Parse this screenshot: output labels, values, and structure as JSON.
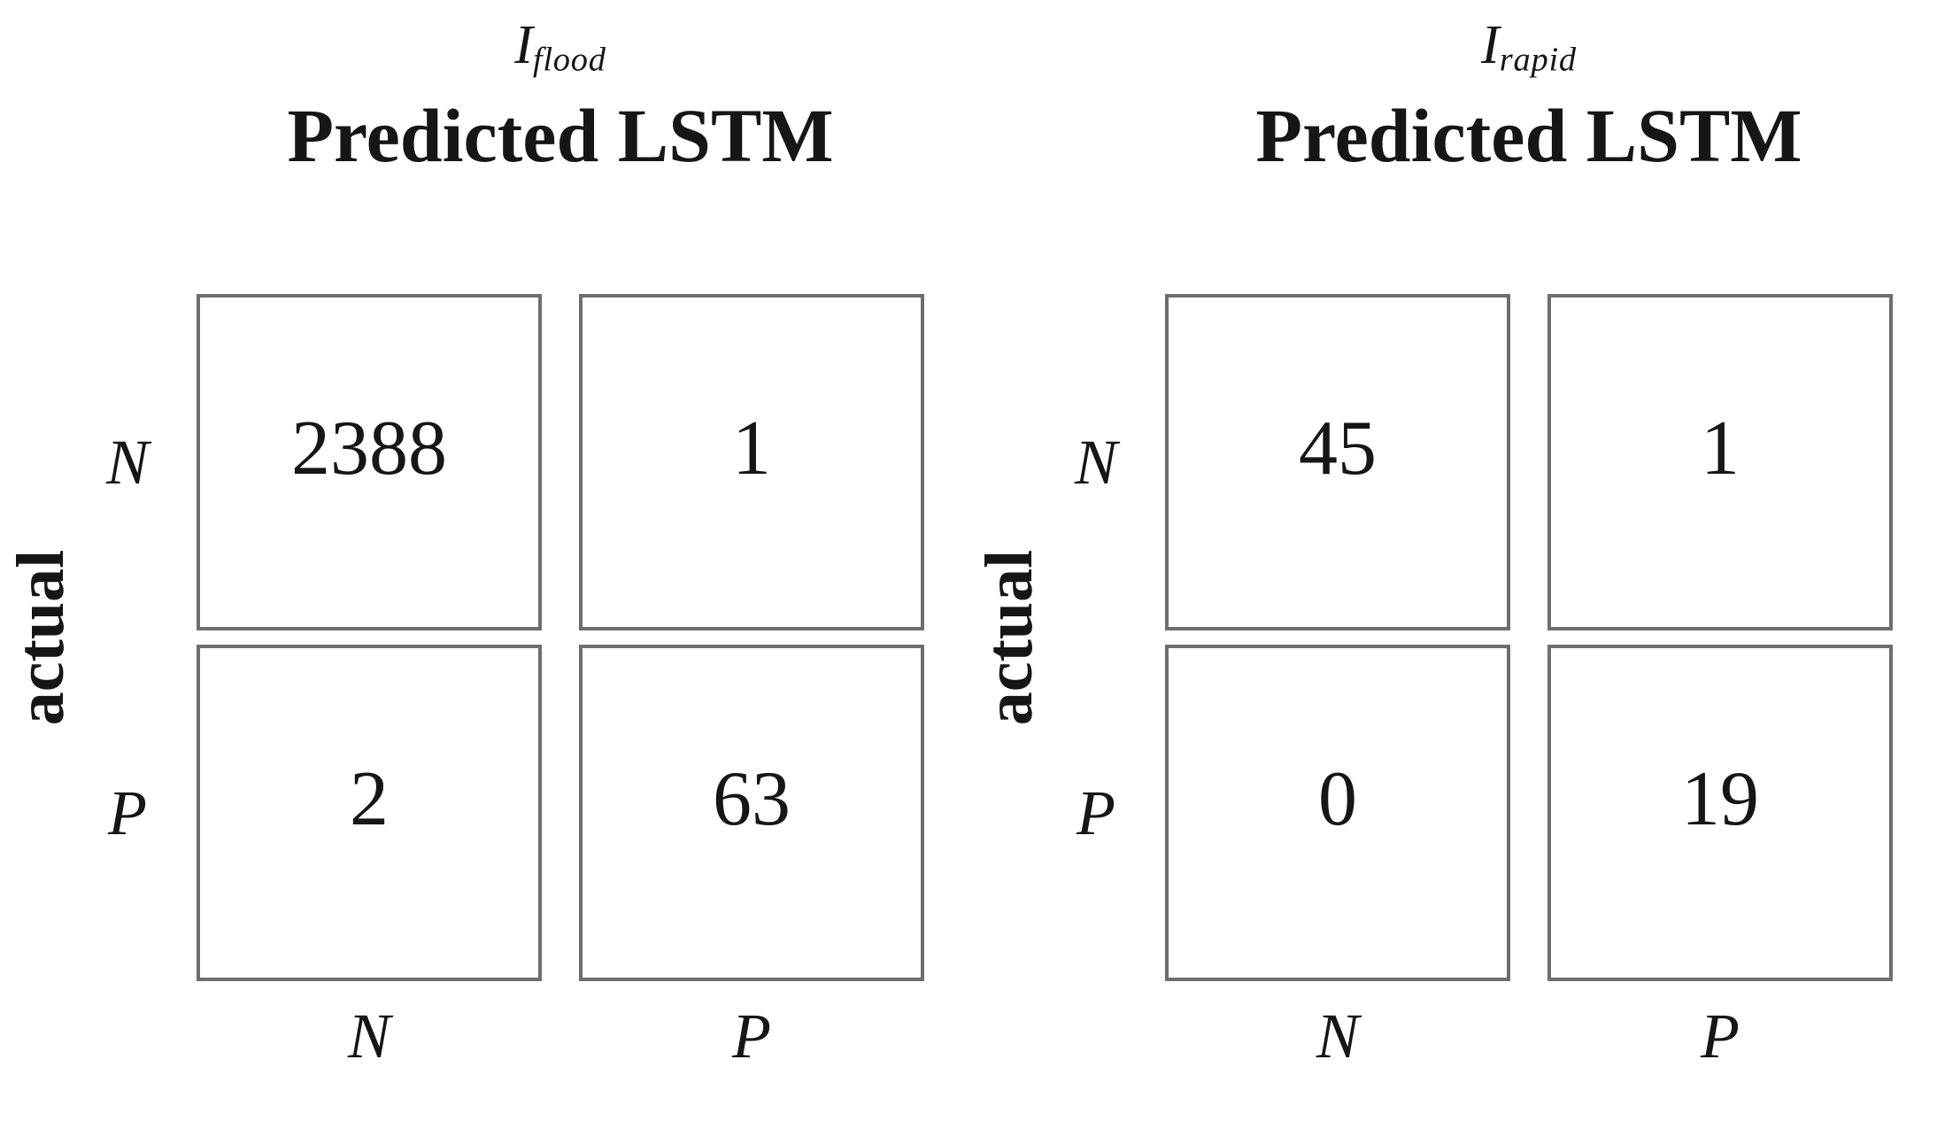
{
  "figure": {
    "panels": [
      {
        "id": "flood",
        "title_base": "I",
        "title_sub": "flood",
        "predicted_label": "Predicted LSTM",
        "actual_label": "actual",
        "row_labels": [
          "N",
          "P"
        ],
        "col_labels": [
          "N",
          "P"
        ],
        "cells": [
          [
            "2388",
            "1"
          ],
          [
            "2",
            "63"
          ]
        ]
      },
      {
        "id": "rapid",
        "title_base": "I",
        "title_sub": "rapid",
        "predicted_label": "Predicted LSTM",
        "actual_label": "actual",
        "row_labels": [
          "N",
          "P"
        ],
        "col_labels": [
          "N",
          "P"
        ],
        "cells": [
          [
            "45",
            "1"
          ],
          [
            "0",
            "19"
          ]
        ]
      }
    ]
  },
  "chart_data": [
    {
      "type": "heatmap",
      "title": "I_flood — Predicted LSTM confusion matrix",
      "xlabel": "Predicted LSTM",
      "ylabel": "actual",
      "x_categories": [
        "N",
        "P"
      ],
      "y_categories": [
        "N",
        "P"
      ],
      "values": [
        [
          2388,
          1
        ],
        [
          2,
          63
        ]
      ],
      "grid": false,
      "legend": "none"
    },
    {
      "type": "heatmap",
      "title": "I_rapid — Predicted LSTM confusion matrix",
      "xlabel": "Predicted LSTM",
      "ylabel": "actual",
      "x_categories": [
        "N",
        "P"
      ],
      "y_categories": [
        "N",
        "P"
      ],
      "values": [
        [
          45,
          1
        ],
        [
          0,
          19
        ]
      ],
      "grid": false,
      "legend": "none"
    }
  ],
  "colors": {
    "background": "#ffffff",
    "cell_fill": "#ffffff",
    "cell_border": "#6e6e6e",
    "text": "#161616"
  }
}
